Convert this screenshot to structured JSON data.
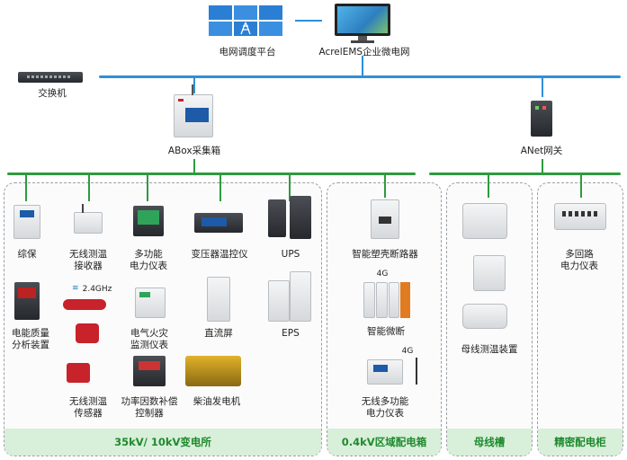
{
  "top": {
    "dispatch_label": "电网调度平台",
    "ems_label": "AcrelEMS企业微电网",
    "switch_label": "交换机"
  },
  "mid": {
    "abox_label": "ABox采集箱",
    "anet_label": "ANet网关"
  },
  "substation": {
    "title": "35kV/ 10kV变电所",
    "items": [
      "综保",
      "无线测温\n接收器",
      "多功能\n电力仪表",
      "变压器温控仪",
      "UPS",
      "电能质量\n分析装置",
      "电气火灾\n监测仪表",
      "直流屏",
      "EPS",
      "无线测温\n传感器",
      "功率因数补偿\n控制器",
      "柴油发电机"
    ],
    "tag_24ghz": "2.4GHz"
  },
  "distribution": {
    "title": "0.4kV区域配电箱",
    "items": [
      "智能塑壳断路器",
      "智能微断",
      "无线多功能\n电力仪表"
    ],
    "tag_4g_a": "4G",
    "tag_4g_b": "4G"
  },
  "busway": {
    "title": "母线槽",
    "items": [
      "母线测温装置"
    ]
  },
  "precision": {
    "title": "精密配电柜",
    "items": [
      "多回路\n电力仪表"
    ]
  },
  "colors": {
    "blue_bus": "#2f8fd8",
    "green_bus": "#2e9b3f",
    "footer_bg": "#d8efd9",
    "footer_text": "#1e8a2e"
  }
}
